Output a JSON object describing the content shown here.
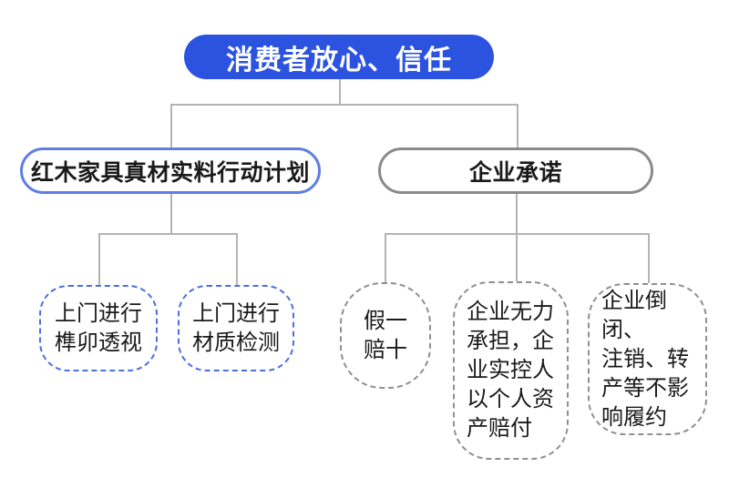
{
  "diagram": {
    "root": {
      "label": "消费者放心、信任"
    },
    "branches": [
      {
        "label": "红木家具真材实料行动计划",
        "children": [
          {
            "label": "上门进行\n榫卯透视"
          },
          {
            "label": "上门进行\n材质检测"
          }
        ]
      },
      {
        "label": "企业承诺",
        "children": [
          {
            "label": "假一\n赔十"
          },
          {
            "label": "企业无力\n承担，企\n业实控人\n以个人资\n产赔付"
          },
          {
            "label": "企业倒闭、\n注销、转\n产等不影\n响履约"
          }
        ]
      }
    ],
    "colors": {
      "root_fill": "#2b53df",
      "root_text": "#ffffff",
      "branch_blue_border": "#5f7de4",
      "leaf_blue_border": "#4c6ee0",
      "branch_gray_border": "#8a8a8a",
      "leaf_gray_border": "#8f8f8f",
      "connector": "#b3b3b3",
      "text": "#1a1a1a"
    }
  }
}
